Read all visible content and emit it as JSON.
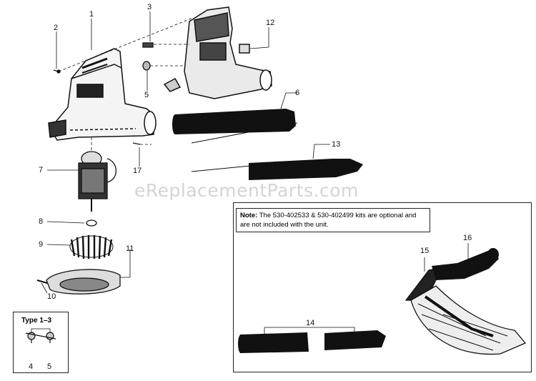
{
  "watermark": "eReplacementParts.com",
  "note": {
    "prefix": "Note:",
    "text": "The 530-402533 & 530-402499 kits are optional and are not included with the unit."
  },
  "type_box": {
    "label": "Type 1–3",
    "callouts": [
      "4",
      "5"
    ]
  },
  "callouts": [
    "1",
    "2",
    "3",
    "5",
    "6",
    "7",
    "8",
    "9",
    "10",
    "11",
    "12",
    "13",
    "14",
    "15",
    "16",
    "17"
  ]
}
